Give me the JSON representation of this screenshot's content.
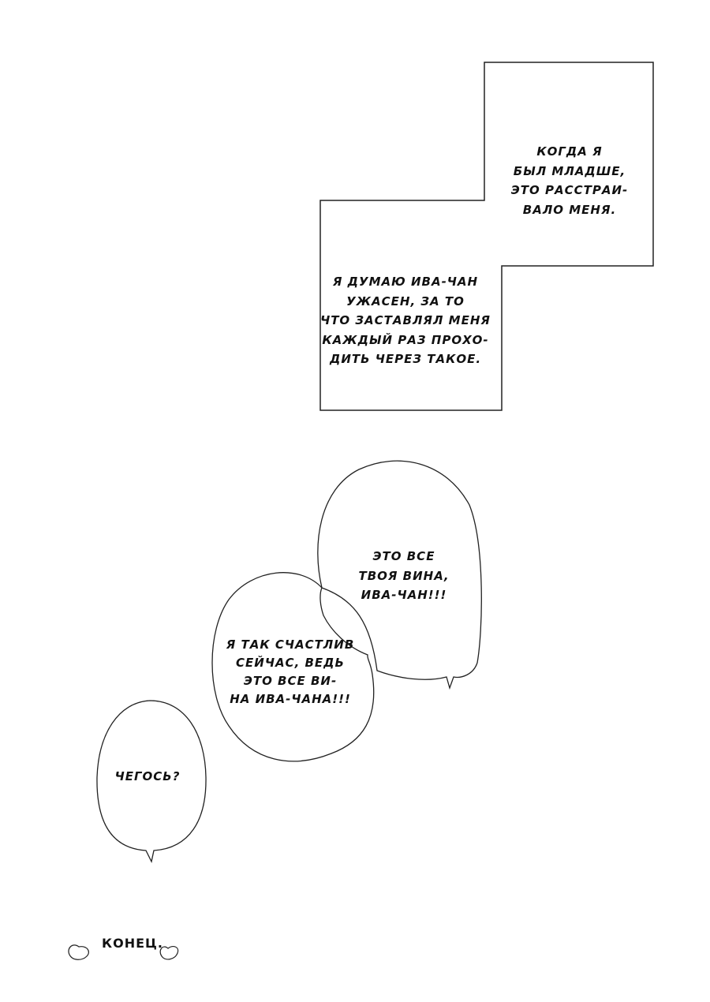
{
  "panels": [
    {
      "lines": [
        "КОГДА Я",
        "БЫЛ МЛАДШЕ,",
        "ЭТО РАССТРАИ-",
        "ВАЛО МЕНЯ."
      ]
    },
    {
      "lines": [
        "Я ДУМАЮ ИВА-ЧАН",
        "УЖАСЕН, ЗА ТО",
        "ЧТО ЗАСТАВЛЯЛ МЕНЯ",
        "КАЖДЫЙ РАЗ ПРОХО-",
        "ДИТЬ ЧЕРЕЗ ТАКОЕ."
      ]
    }
  ],
  "bubbles": [
    {
      "lines": [
        "ЭТО ВСЕ",
        "ТВОЯ ВИНА,",
        "ИВА-ЧАН!!!"
      ]
    },
    {
      "lines": [
        "Я ТАК СЧАСТЛИВ",
        "СЕЙЧАС, ВЕДЬ",
        "ЭТО ВСЕ ВИ-",
        "НА ИВА-ЧАНА!!!"
      ]
    },
    {
      "lines": [
        "ЧЕГОСЬ?"
      ]
    }
  ],
  "ending": {
    "label": "КОНЕЦ."
  }
}
